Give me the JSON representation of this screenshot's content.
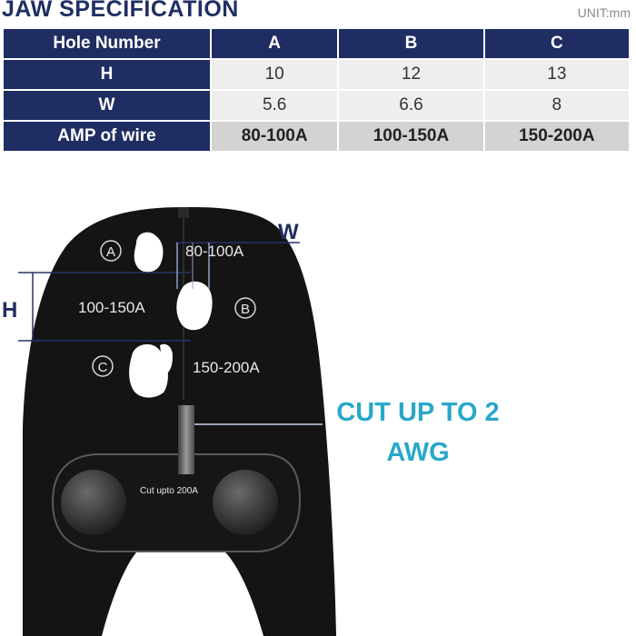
{
  "header": {
    "title": "JAW SPECIFICATION",
    "unit": "UNIT:mm"
  },
  "table": {
    "columns": [
      "Hole Number",
      "A",
      "B",
      "C"
    ],
    "rows": [
      {
        "label": "H",
        "values": [
          "10",
          "12",
          "13"
        ]
      },
      {
        "label": "W",
        "values": [
          "5.6",
          "6.6",
          "8"
        ]
      },
      {
        "label": "AMP of wire",
        "values": [
          "80-100A",
          "100-150A",
          "150-200A"
        ]
      }
    ]
  },
  "diagram": {
    "w_label": "W",
    "h_label": "H",
    "hole_a_marker": "A",
    "hole_b_marker": "B",
    "hole_c_marker": "C",
    "hole_a_rating": "80-100A",
    "hole_b_rating": "100-150A",
    "hole_c_rating": "150-200A",
    "pivot_text": "Cut upto 200A",
    "cut_line1": "CUT UP TO 2",
    "cut_line2": "AWG"
  },
  "colors": {
    "navy": "#1f2d63",
    "cut_text": "#29a8c8",
    "tool_body": "#141414"
  }
}
